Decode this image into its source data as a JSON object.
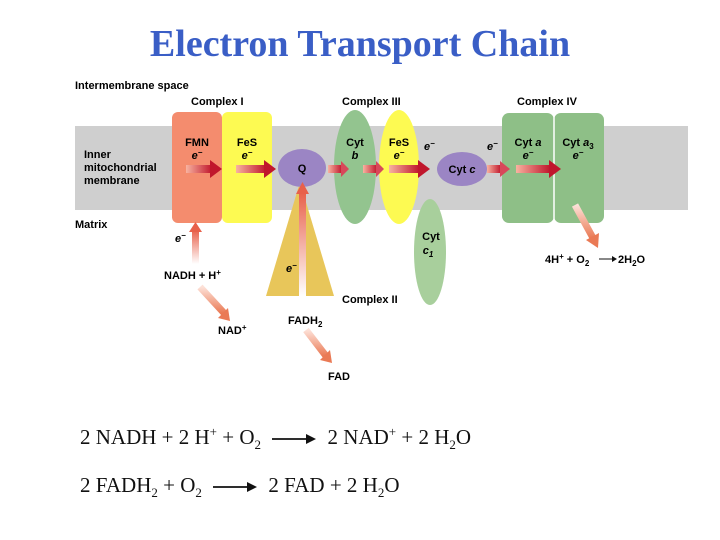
{
  "title": "Electron Transport Chain",
  "labels": {
    "intermembrane_space": "Intermembrane space",
    "inner_membrane": [
      "Inner",
      "mitochondrial",
      "membrane"
    ],
    "matrix": "Matrix",
    "complex_1": "Complex I",
    "complex_2": "Complex II",
    "complex_3": "Complex III",
    "complex_4": "Complex IV",
    "fmn": "FMN",
    "fes": "FeS",
    "q": "Q",
    "cyt": "Cyt",
    "b": "b",
    "cyt_c": "Cyt c",
    "c1": "c",
    "c1_sub": "1",
    "a": "a",
    "a3": "a",
    "a3_sub": "3",
    "e": "e",
    "minus": "−",
    "nadh": "NADH + H",
    "nadh_sup": "+",
    "nad": "NAD",
    "nad_sup": "+",
    "fadh": "FADH",
    "fadh_sub": "2",
    "fad": "FAD",
    "water": {
      "h": "4H",
      "h_sup": "+",
      "o": " + O",
      "o_sub": "2",
      "product": "2H",
      "product_sub": "2",
      "product_end": "O"
    }
  },
  "equations": [
    {
      "left": [
        "2 NADH  + 2 H",
        "+",
        "  + O",
        "2"
      ],
      "right": [
        "2 NAD",
        "+",
        " +  2 H",
        "2",
        "O"
      ]
    },
    {
      "left": [
        "2 FADH",
        "2",
        "  + O",
        "2"
      ],
      "right": [
        "2 FAD  +  2 H",
        "2",
        "O"
      ]
    }
  ],
  "colors": {
    "title": "#3a5ec6",
    "membrane": "#cfcfcf",
    "fmn": "#f48c6e",
    "fes": "#fdfa52",
    "q": "#9b85c4",
    "cyt_b": "#93c48f",
    "cyt_c1": "#a8cf9c",
    "complex_4": "#8ebf87",
    "complex_2": "#e8c65a",
    "arrow_dark": "#c0162c",
    "arrow_light": "#f4a58c"
  }
}
